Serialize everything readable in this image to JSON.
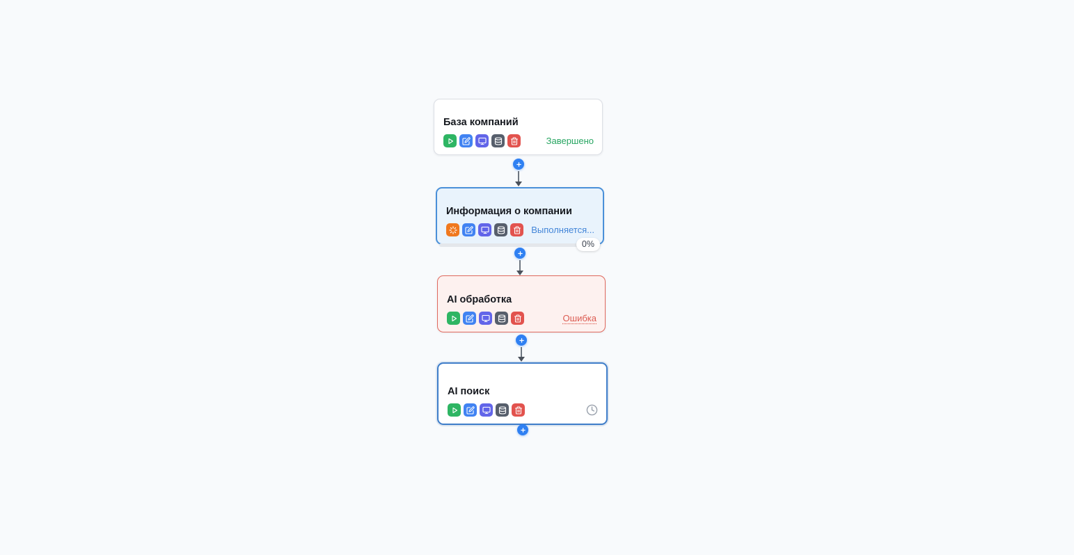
{
  "canvas": {
    "background_color": "#f8fafc"
  },
  "nodes": [
    {
      "title": "База компаний",
      "state": "completed",
      "status_label": "Завершено",
      "status_color": "#27a561",
      "background_color": "#ffffff",
      "border_color": "#dcdfe5",
      "actions": [
        {
          "name": "run",
          "icon": "play-icon",
          "color": "#2eb563"
        },
        {
          "name": "edit",
          "icon": "edit-icon",
          "color": "#4183f2"
        },
        {
          "name": "preview",
          "icon": "monitor-icon",
          "color": "#6265e9"
        },
        {
          "name": "data",
          "icon": "database-icon",
          "color": "#575f6c"
        },
        {
          "name": "delete",
          "icon": "trash-icon",
          "color": "#e2534e"
        }
      ]
    },
    {
      "title": "Информация о компании",
      "state": "running",
      "status_label": "Выполняется...",
      "status_color": "#4285d8",
      "background_color": "#e9f3fc",
      "border_color": "#4a90d9",
      "progress_label": "0%",
      "actions": [
        {
          "name": "running",
          "icon": "spinner-icon",
          "color": "#f0781e"
        },
        {
          "name": "edit",
          "icon": "edit-icon",
          "color": "#4183f2"
        },
        {
          "name": "preview",
          "icon": "monitor-icon",
          "color": "#6265e9"
        },
        {
          "name": "data",
          "icon": "database-icon",
          "color": "#575f6c"
        },
        {
          "name": "delete",
          "icon": "trash-icon",
          "color": "#e2534e"
        }
      ]
    },
    {
      "title": "AI обработка",
      "state": "error",
      "status_label": "Ошибка",
      "status_color": "#dc5a50",
      "background_color": "#fdf1ef",
      "border_color": "#e0695e",
      "actions": [
        {
          "name": "run",
          "icon": "play-icon",
          "color": "#2eb563"
        },
        {
          "name": "edit",
          "icon": "edit-icon",
          "color": "#4183f2"
        },
        {
          "name": "preview",
          "icon": "monitor-icon",
          "color": "#6265e9"
        },
        {
          "name": "data",
          "icon": "database-icon",
          "color": "#575f6c"
        },
        {
          "name": "delete",
          "icon": "trash-icon",
          "color": "#e2534e"
        }
      ]
    },
    {
      "title": "AI поиск",
      "state": "scheduled",
      "status_icon": "clock-icon",
      "status_icon_color": "#99a1ac",
      "background_color": "#ffffff",
      "border_color": "#3e7dc9",
      "actions": [
        {
          "name": "run",
          "icon": "play-icon",
          "color": "#2eb563"
        },
        {
          "name": "edit",
          "icon": "edit-icon",
          "color": "#4183f2"
        },
        {
          "name": "preview",
          "icon": "monitor-icon",
          "color": "#6265e9"
        },
        {
          "name": "data",
          "icon": "database-icon",
          "color": "#575f6c"
        },
        {
          "name": "delete",
          "icon": "trash-icon",
          "color": "#e2534e"
        }
      ]
    }
  ],
  "connectors": [
    {
      "add_icon": "plus-icon",
      "add_color": "#2f80f2",
      "line_color": "#6e7680",
      "has_arrow": true
    },
    {
      "add_icon": "plus-icon",
      "add_color": "#2f80f2",
      "line_color": "#6e7680",
      "has_arrow": true
    },
    {
      "add_icon": "plus-icon",
      "add_color": "#2f80f2",
      "line_color": "#6e7680",
      "has_arrow": true
    },
    {
      "add_icon": "plus-icon",
      "add_color": "#2f80f2",
      "has_arrow": false
    }
  ]
}
